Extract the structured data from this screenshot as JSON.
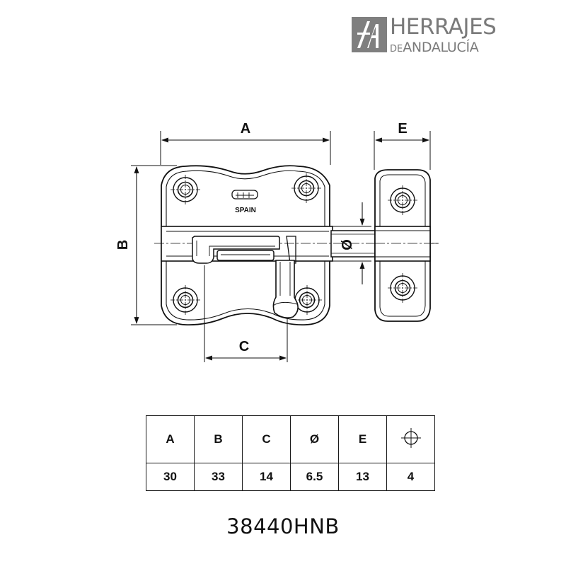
{
  "logo": {
    "main": "HERRAJES",
    "sub_small": "DE",
    "sub_big": "ANDALUCÍA"
  },
  "drawing": {
    "dim_labels": {
      "a": "A",
      "b": "B",
      "c": "C",
      "d": "Ø",
      "e": "E"
    },
    "stamp": "SPAIN"
  },
  "table": {
    "headers": [
      "A",
      "B",
      "C",
      "Ø",
      "E"
    ],
    "header_icon": "screw-hole-icon",
    "values": [
      "30",
      "33",
      "14",
      "6.5",
      "13",
      "4"
    ]
  },
  "part_code": "38440HNB",
  "colors": {
    "ink": "#111111",
    "logo_gray": "#7a7a7a"
  }
}
